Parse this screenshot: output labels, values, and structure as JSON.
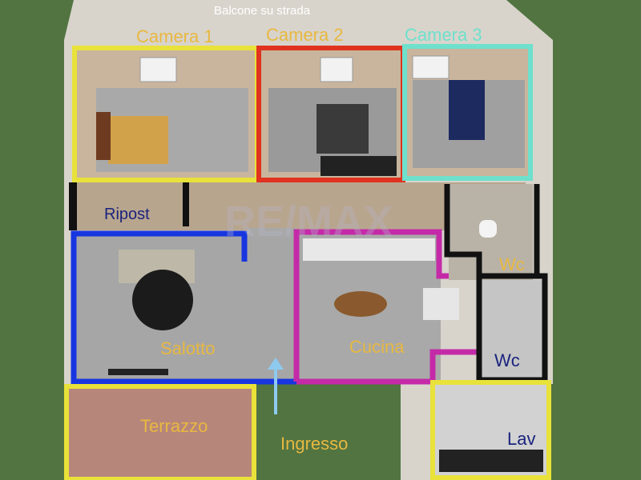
{
  "labels": {
    "balcony": "Balcone su strada",
    "camera1": "Camera 1",
    "camera2": "Camera 2",
    "camera3": "Camera 3",
    "ripost": "Ripost",
    "salotto": "Salotto",
    "cucina": "Cucina",
    "wc1": "Wc",
    "wc2": "Wc",
    "terrazzo": "Terrazzo",
    "ingresso": "Ingresso",
    "lav": "Lav",
    "watermark": "RE/MAX"
  },
  "colors": {
    "grass": "#4f7040",
    "camera1": "#e8e23a",
    "camera2": "#e0331f",
    "camera3": "#6ee0cc",
    "salotto": "#1836e0",
    "cucina": "#c42aa8",
    "wc": "#111111",
    "terrazzo": "#e8e23a",
    "lav": "#e8e23a",
    "label_gold": "#e8b840",
    "label_navy": "#1a237e",
    "label_white": "#ffffff",
    "arrow": "#8ecaf0"
  }
}
